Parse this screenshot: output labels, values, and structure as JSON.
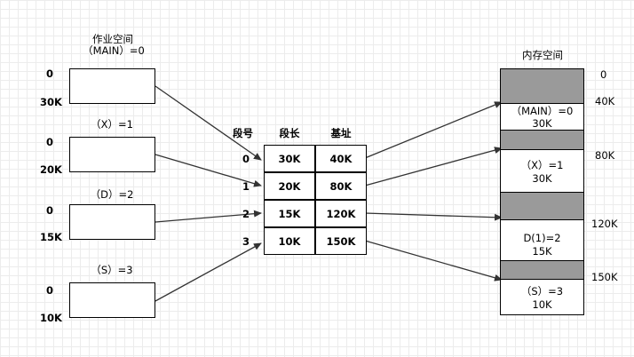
{
  "job_space": {
    "title": "作业空间",
    "segments": [
      {
        "label": "（MAIN）=0",
        "start": "0",
        "end": "30K"
      },
      {
        "label": "（X）=1",
        "start": "0",
        "end": "20K"
      },
      {
        "label": "（D）=2",
        "start": "0",
        "end": "15K"
      },
      {
        "label": "（S）=3",
        "start": "0",
        "end": "10K"
      }
    ]
  },
  "segment_table": {
    "headers": [
      "段号",
      "段长",
      "基址"
    ],
    "rows": [
      {
        "num": "0",
        "len": "30K",
        "base": "40K"
      },
      {
        "num": "1",
        "len": "20K",
        "base": "80K"
      },
      {
        "num": "2",
        "len": "15K",
        "base": "120K"
      },
      {
        "num": "3",
        "len": "10K",
        "base": "150K"
      }
    ]
  },
  "memory_space": {
    "title": "内存空间",
    "addresses": [
      "0",
      "40K",
      "80K",
      "120K",
      "150K"
    ],
    "blocks": [
      {
        "name": "（MAIN）=0",
        "size": "30K"
      },
      {
        "name": "（X）=1",
        "size": "30K"
      },
      {
        "name": "D(1)=2",
        "size": "15K"
      },
      {
        "name": "（S）=3",
        "size": "10K"
      }
    ]
  },
  "colors": {
    "occupied": "#9a9a9a",
    "free": "#ffffff",
    "line": "#333333"
  }
}
